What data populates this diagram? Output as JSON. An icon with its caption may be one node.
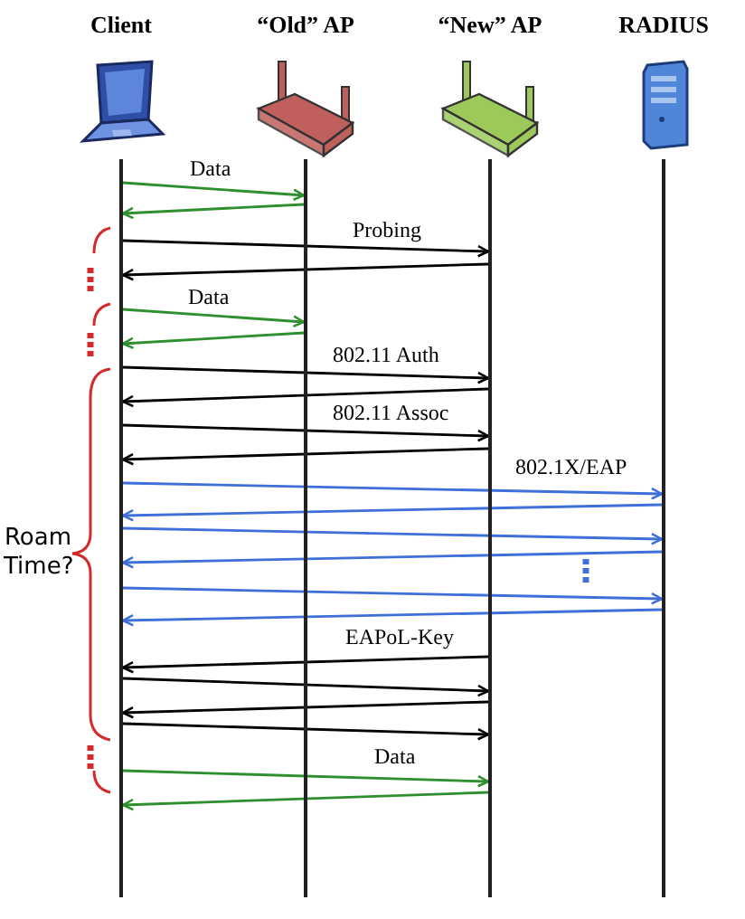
{
  "diagram": {
    "nodes": [
      {
        "text": [
          "Client"
        ]
      },
      {
        "text": [
          "“Old” AP"
        ]
      },
      {
        "text": [
          "“New” AP"
        ]
      },
      {
        "text": [
          "RADIUS"
        ]
      },
      {
        "text": [],
        "shape": "bar"
      },
      {
        "text": [],
        "shape": "bar"
      },
      {
        "text": [],
        "shape": "bar"
      },
      {
        "text": [],
        "shape": "bar"
      }
    ],
    "edges": [
      {
        "from": 4,
        "to": 5,
        "arrow": "to",
        "label": "Data",
        "color": "#2f8f2f"
      },
      {
        "from": 5,
        "to": 4,
        "arrow": "to",
        "color": "#2f8f2f"
      },
      {
        "from": 4,
        "to": 6,
        "arrow": "to",
        "label": "Probing"
      },
      {
        "from": 6,
        "to": 4,
        "arrow": "to"
      },
      {
        "from": 4,
        "to": 5,
        "arrow": "to",
        "label": "Data",
        "color": "#2f8f2f"
      },
      {
        "from": 5,
        "to": 4,
        "arrow": "to",
        "color": "#2f8f2f"
      },
      {
        "from": 4,
        "to": 6,
        "arrow": "to",
        "label": "802.11 Auth"
      },
      {
        "from": 6,
        "to": 4,
        "arrow": "to"
      },
      {
        "from": 4,
        "to": 6,
        "arrow": "to",
        "label": "802.11 Assoc"
      },
      {
        "from": 6,
        "to": 4,
        "arrow": "to"
      },
      {
        "from": 4,
        "to": 7,
        "arrow": "to",
        "label": "802.1X/EAP",
        "color": "#3f6fd8"
      },
      {
        "from": 7,
        "to": 4,
        "arrow": "to",
        "color": "#3f6fd8"
      },
      {
        "from": 4,
        "to": 7,
        "arrow": "to",
        "color": "#3f6fd8"
      },
      {
        "from": 7,
        "to": 4,
        "arrow": "to",
        "color": "#3f6fd8"
      },
      {
        "from": 4,
        "to": 7,
        "arrow": "to",
        "color": "#3f6fd8"
      },
      {
        "from": 7,
        "to": 4,
        "arrow": "to",
        "color": "#3f6fd8"
      },
      {
        "from": 6,
        "to": 4,
        "arrow": "to",
        "label": "EAPoL-Key"
      },
      {
        "from": 4,
        "to": 6,
        "arrow": "to"
      },
      {
        "from": 6,
        "to": 4,
        "arrow": "to"
      },
      {
        "from": 4,
        "to": 6,
        "arrow": "to"
      },
      {
        "from": 4,
        "to": 6,
        "arrow": "to",
        "label": "Data",
        "color": "#2f8f2f"
      },
      {
        "from": 6,
        "to": 4,
        "arrow": "to",
        "color": "#2f8f2f"
      }
    ],
    "labels": [
      "Roam Time?"
    ]
  }
}
